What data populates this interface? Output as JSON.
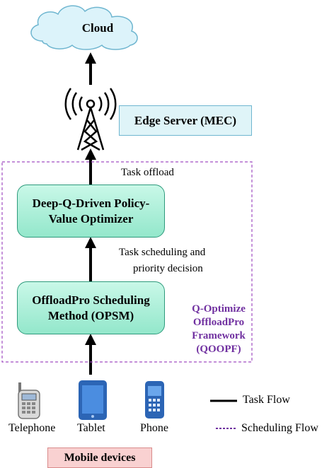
{
  "cloud": {
    "label": "Cloud"
  },
  "edge_server": {
    "label": "Edge Server (MEC)"
  },
  "annotations": {
    "task_offload": "Task offload",
    "task_scheduling_line1": "Task scheduling and",
    "task_scheduling_line2": "priority decision"
  },
  "dqn_box": {
    "line1": "Deep-Q-Driven Policy-",
    "line2": "Value Optimizer"
  },
  "opsm_box": {
    "line1": "OffloadPro Scheduling",
    "line2": "Method (OPSM)"
  },
  "framework": {
    "line1": "Q-Optimize",
    "line2": "OffloadPro",
    "line3": "Framework",
    "line4": "(QOOPF)",
    "color": "#7030a0"
  },
  "devices": [
    {
      "label": "Telephone",
      "icon": "telephone-icon"
    },
    {
      "label": "Tablet",
      "icon": "tablet-icon"
    },
    {
      "label": "Phone",
      "icon": "phone-icon"
    }
  ],
  "mobile_devices": {
    "label": "Mobile devices"
  },
  "legend": {
    "task_flow": "Task Flow",
    "scheduling_flow": "Scheduling Flow"
  },
  "colors": {
    "edge_fill": "#dff4f8",
    "optimizer_fill": "#a8edd5",
    "mobile_fill": "#f9d1d1",
    "cloud_fill": "#dcf3fa",
    "device_blue": "#3a78c9",
    "scheduling_flow": "#7030a0"
  }
}
